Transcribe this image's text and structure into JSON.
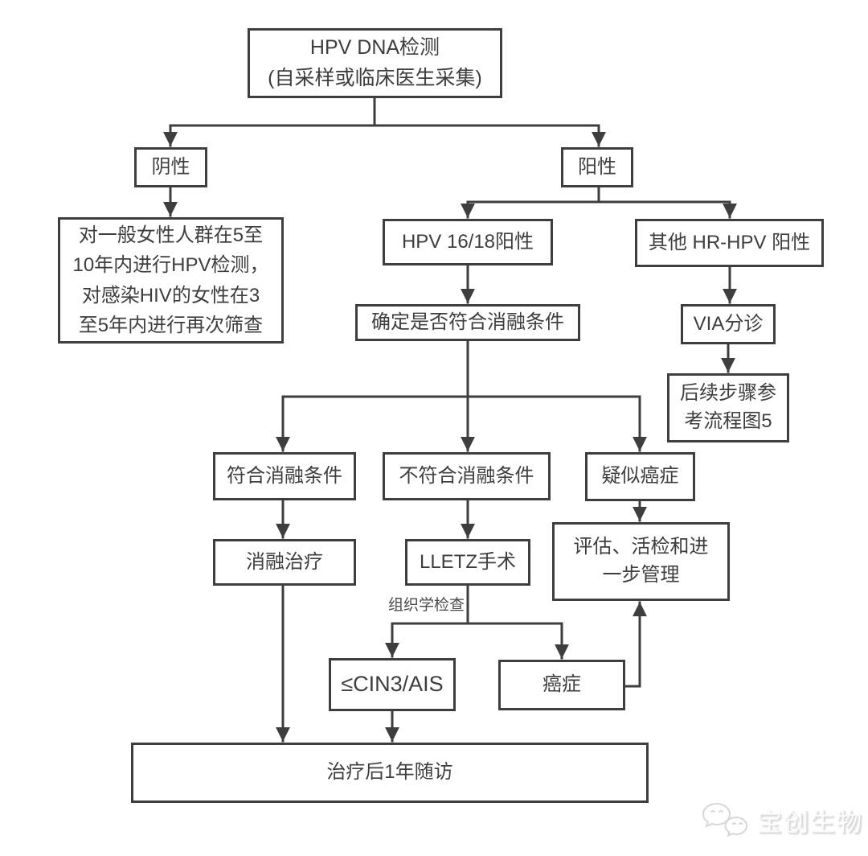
{
  "diagram": {
    "type": "flowchart",
    "colors": {
      "background": "#ffffff",
      "line": "#3e3e3e",
      "text": "#3e3e3e",
      "edge_label_text": "#4a4a4a",
      "watermark": "#e0e0e0"
    },
    "nodes": {
      "root": {
        "lines": [
          "HPV DNA检测",
          "(自采样或临床医生采集)"
        ]
      },
      "negative": {
        "label": "阴性"
      },
      "positive": {
        "label": "阳性"
      },
      "negative_followup": {
        "lines": [
          "对一般女性人群在5至",
          "10年内进行HPV检测，",
          "对感染HIV的女性在3",
          "至5年内进行再次筛查"
        ]
      },
      "hpv_16_18_positive": {
        "label": "HPV 16/18阳性"
      },
      "other_hr_hpv_positive": {
        "label": "其他 HR-HPV 阳性"
      },
      "ablation_eligibility_check": {
        "label": "确定是否符合消融条件"
      },
      "via_triage": {
        "label": "VIA分诊"
      },
      "next_steps_ref": {
        "lines": [
          "后续步骤参",
          "考流程图5"
        ]
      },
      "eligible_for_ablation": {
        "label": "符合消融条件"
      },
      "not_eligible_for_ablation": {
        "label": "不符合消融条件"
      },
      "suspected_cancer": {
        "label": "疑似癌症"
      },
      "ablation_treatment": {
        "label": "消融治疗"
      },
      "lletz_surgery": {
        "label": "LLETZ手术"
      },
      "evaluation_biopsy_management": {
        "lines": [
          "评估、活检和进",
          "一步管理"
        ]
      },
      "cin3_ais": {
        "label": "≤CIN3/AIS"
      },
      "cancer": {
        "label": "癌症"
      },
      "followup_1_year": {
        "label": "治疗后1年随访"
      }
    },
    "edge_labels": {
      "histology": "组织学检查"
    },
    "watermark": {
      "label": "宝创生物",
      "icon": "wechat-bubbles-icon"
    }
  }
}
